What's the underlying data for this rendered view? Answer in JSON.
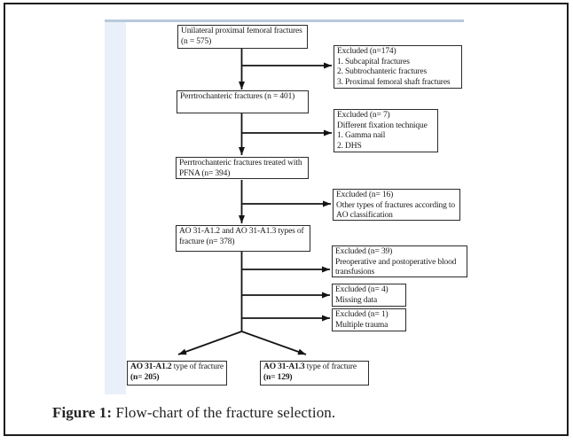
{
  "colors": {
    "strip": "#eaf0f9",
    "topline": "#b7c9dd",
    "box_border": "#2b2b2b",
    "frame_border": "#1c1c1c",
    "text": "#1a1a1a"
  },
  "flow": {
    "box1": {
      "line1": "Unilateral proximal femoral fractures",
      "line2": "(n = 575)"
    },
    "box2": {
      "line1": "Perrtrochanteric fractures (n = 401)"
    },
    "box3": {
      "line1": "Perrtrochanteric fractures treated with",
      "line2": "PFNA (n= 394)"
    },
    "box4": {
      "line1": "AO 31-A1.2 and AO 31-A1.3 types of",
      "line2": "fracture (n= 378)"
    },
    "excl1": {
      "line1": "Excluded (n=174)",
      "line2": "1. Subcapital fractures",
      "line3": "2. Subtrochanteric fractures",
      "line4": "3. Proximal femoral shaft fractures"
    },
    "excl2": {
      "line1": "Excluded (n= 7)",
      "line2": "Different fixation technique",
      "line3": "1. Gamma nail",
      "line4": "2. DHS"
    },
    "excl3": {
      "line1": "Excluded (n= 16)",
      "line2": "Other types of fractures according to",
      "line3": "AO classification"
    },
    "excl4": {
      "line1": "Excluded (n= 39)",
      "line2": "Preoperative and postoperative blood",
      "line3": "transfusions"
    },
    "excl5": {
      "line1": "Excluded (n= 4)",
      "line2": "Missing data"
    },
    "excl6": {
      "line1": "Excluded (n= 1)",
      "line2": "Multiple trauma"
    },
    "final1": {
      "bold1": "AO 31-A1.2",
      "rest1": " type of fracture",
      "line2": "(n= 205)"
    },
    "final2": {
      "bold1": "AO 31-A1.3",
      "rest1": " type of fracture",
      "line2": "(n= 129)"
    }
  },
  "figure": {
    "caption_label": "Figure 1:",
    "caption_text": " Flow-chart of the fracture selection."
  }
}
